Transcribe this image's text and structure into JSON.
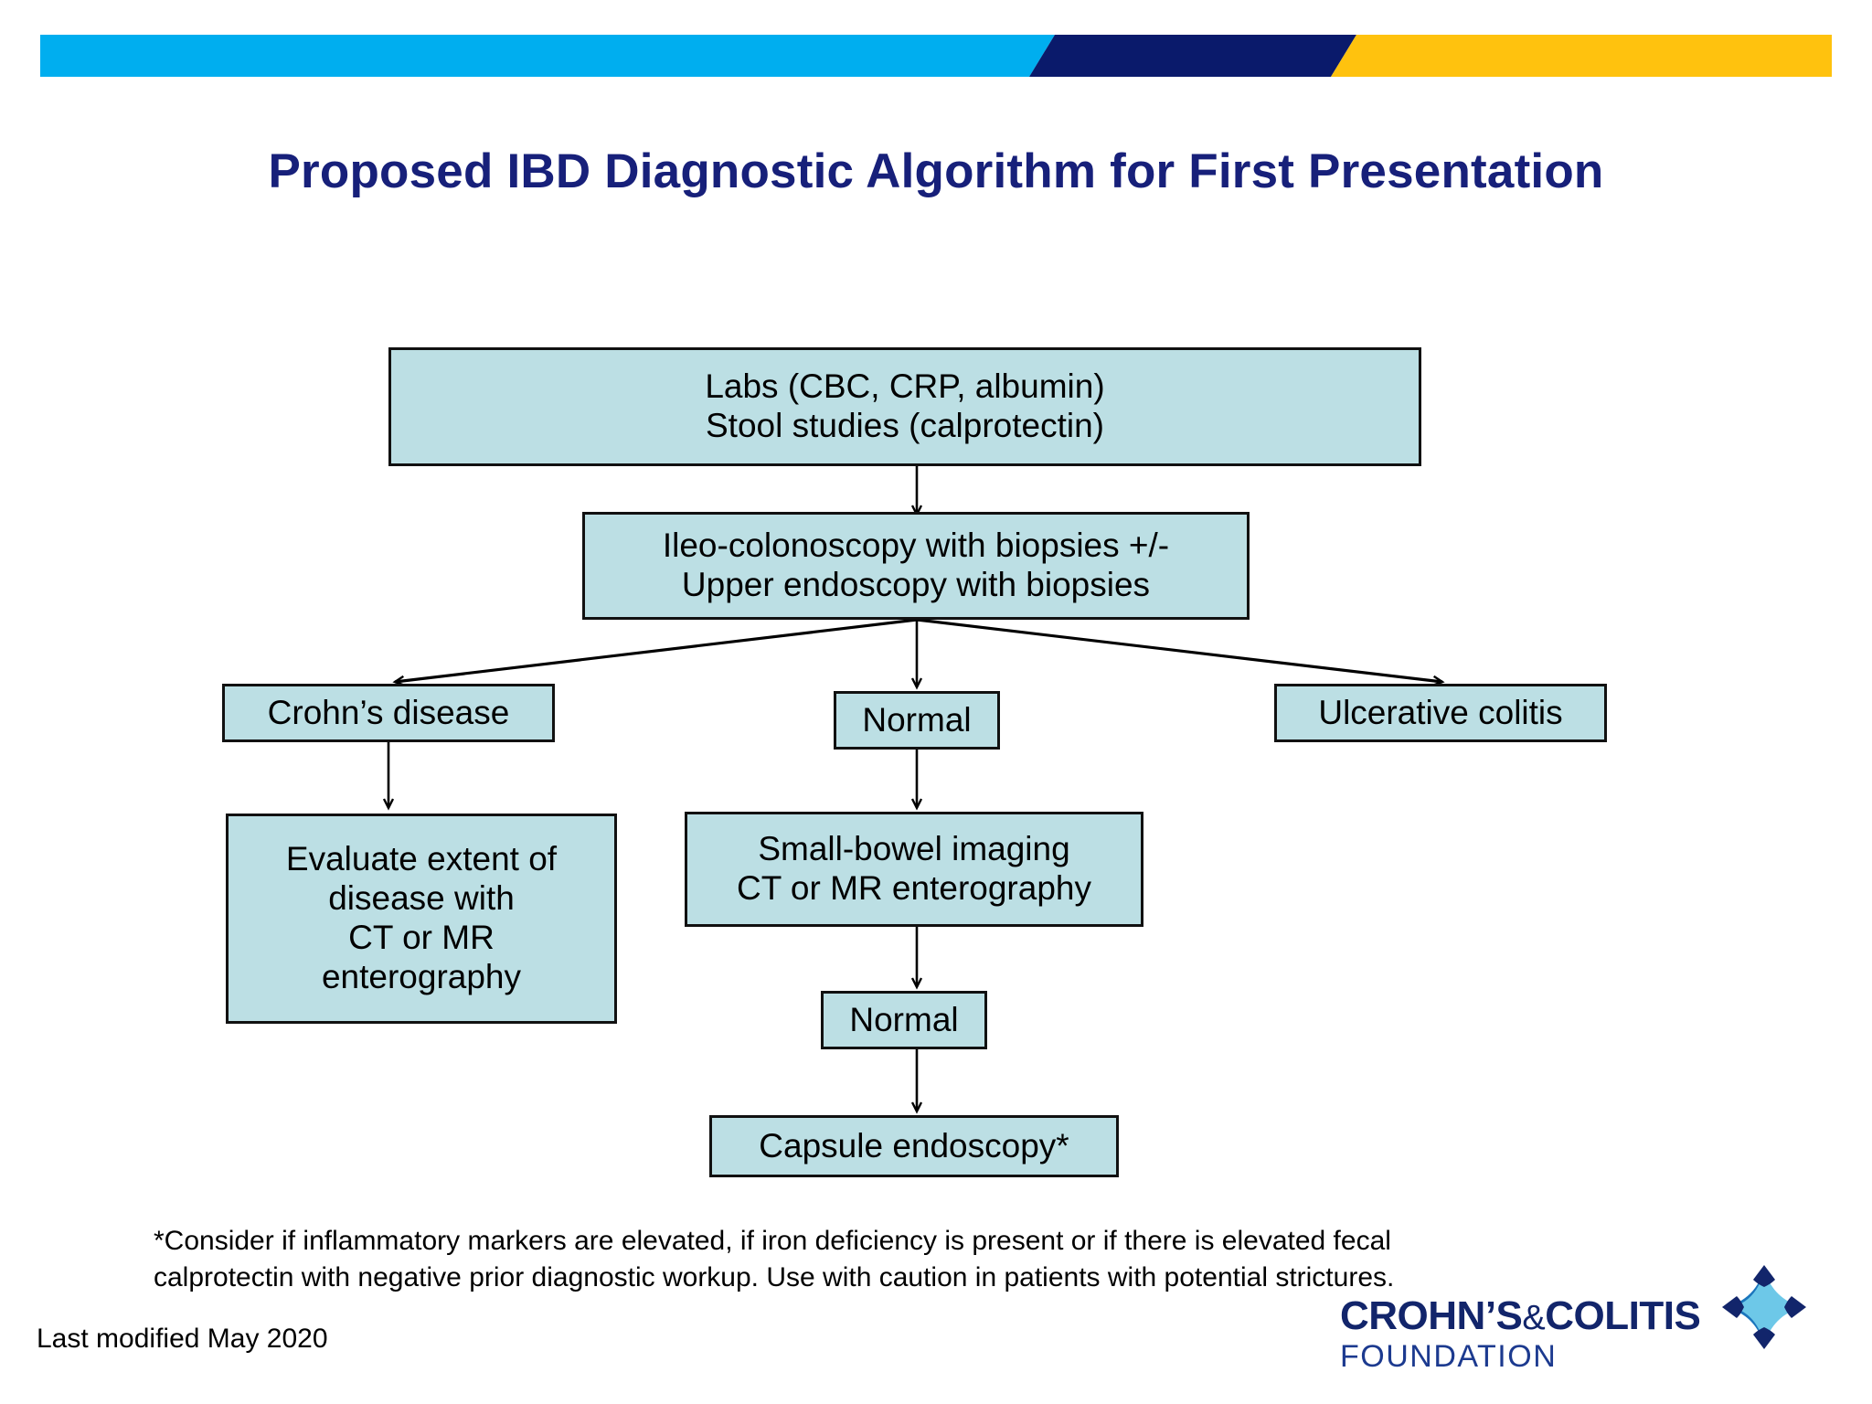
{
  "header": {
    "banner_colors": {
      "cyan": "#00AEEF",
      "navy": "#0A1A6B",
      "gold": "#FFC20E"
    }
  },
  "title": "Proposed IBD Diagnostic Algorithm for First Presentation",
  "diagram": {
    "node_fill": "#BCDFE4",
    "node_border": "#111111",
    "nodes": [
      {
        "id": "labs",
        "lines": [
          "Labs (CBC, CRP, albumin)",
          "Stool studies (calprotectin)"
        ]
      },
      {
        "id": "ileo",
        "lines": [
          "Ileo-colonoscopy with biopsies +/-",
          "Upper endoscopy with biopsies"
        ]
      },
      {
        "id": "crohns",
        "lines": [
          "Crohn’s disease"
        ]
      },
      {
        "id": "normal1",
        "lines": [
          "Normal"
        ]
      },
      {
        "id": "uc",
        "lines": [
          "Ulcerative colitis"
        ]
      },
      {
        "id": "evaluate",
        "lines": [
          "Evaluate extent of",
          "disease with",
          "CT or MR",
          "enterography"
        ]
      },
      {
        "id": "sbimaging",
        "lines": [
          "Small-bowel imaging",
          "CT or MR enterography"
        ]
      },
      {
        "id": "normal2",
        "lines": [
          "Normal"
        ]
      },
      {
        "id": "capsule",
        "lines": [
          "Capsule endoscopy*"
        ]
      }
    ]
  },
  "footnote": {
    "line1": "*Consider if inflammatory markers are elevated, if iron deficiency is present or if there is elevated fecal",
    "line2": "calprotectin with negative prior diagnostic workup. Use with caution in patients with potential strictures."
  },
  "last_modified": "Last modified May 2020",
  "logo": {
    "main": "CROHN’S",
    "amp": "&",
    "main2": "COLITIS",
    "sub": "FOUNDATION",
    "navy": "#12256B",
    "mid_blue": "#1B75BC",
    "light_blue": "#6DC8E8"
  }
}
